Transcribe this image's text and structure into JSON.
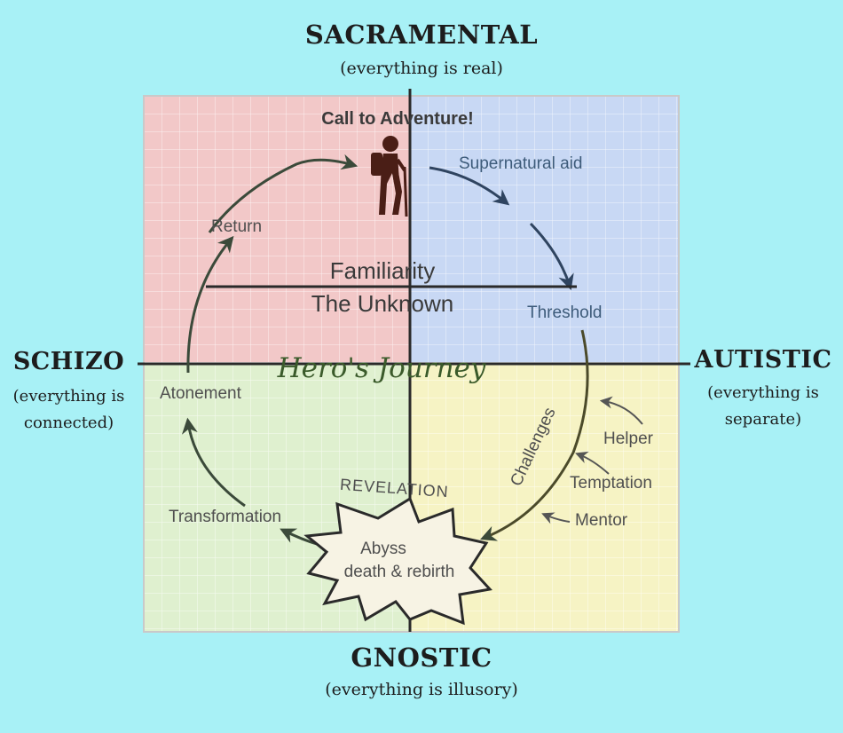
{
  "axes": {
    "top": {
      "title": "SACRAMENTAL",
      "subtitle": "(everything is real)"
    },
    "bottom": {
      "title": "GNOSTIC",
      "subtitle": "(everything is illusory)"
    },
    "left": {
      "title": "SCHIZO",
      "subtitle": "(everything is connected)"
    },
    "right": {
      "title": "AUTISTIC",
      "subtitle": "(everything is separate)"
    }
  },
  "colors": {
    "background": "#a8f1f6",
    "quadrant_top_left": "#f2c8c8",
    "quadrant_top_right": "#c8d8f4",
    "quadrant_bottom_left": "#dff0cf",
    "quadrant_bottom_right": "#f6f3c4"
  },
  "diagram": {
    "call_to_adventure": "Call to Adventure!",
    "supernatural_aid": "Supernatural aid",
    "threshold": "Threshold",
    "challenges": "Challenges",
    "helper": "Helper",
    "temptation": "Temptation",
    "mentor": "Mentor",
    "revelation": "REVELATION",
    "abyss": "Abyss",
    "death_rebirth": "death & rebirth",
    "transformation": "Transformation",
    "atonement": "Atonement",
    "return": "Return",
    "familiarity": "Familiarity",
    "the_unknown": "The Unknown",
    "heros_journey": "Hero's Journey"
  }
}
